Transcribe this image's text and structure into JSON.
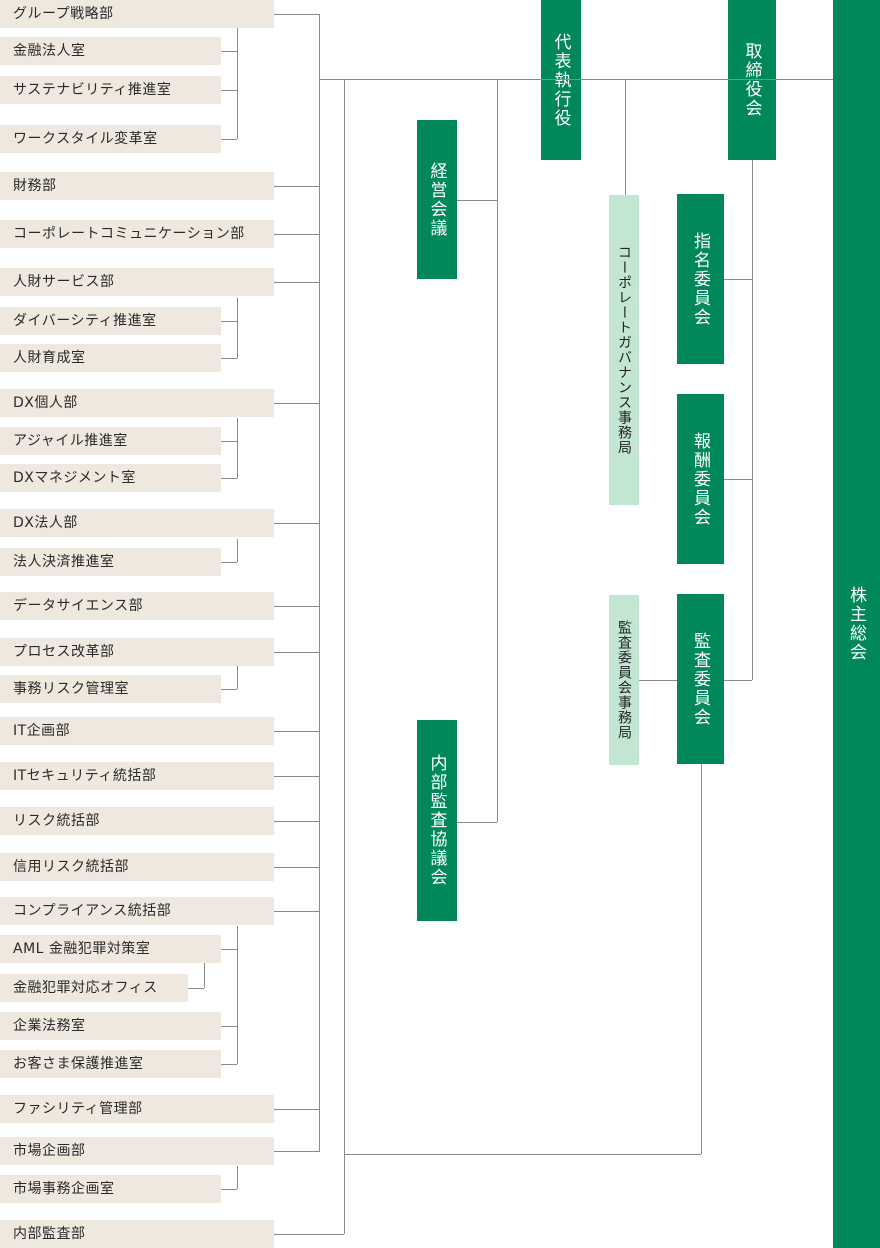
{
  "departments": [
    "グループ戦略部",
    "金融法人室",
    "サステナビリティ推進室",
    "ワークスタイル変革室",
    "財務部",
    "コーポレートコミュニケーション部",
    "人財サービス部",
    "ダイバーシティ推進室",
    "人財育成室",
    "DX個人部",
    "アジャイル推進室",
    "DXマネジメント室",
    "DX法人部",
    "法人決済推進室",
    "データサイエンス部",
    "プロセス改革部",
    "事務リスク管理室",
    "IT企画部",
    "ITセキュリティ統括部",
    "リスク統括部",
    "信用リスク統括部",
    "コンプライアンス統括部",
    "AML 金融犯罪対策室",
    "金融犯罪対応オフィス",
    "企業法務室",
    "お客さま保護推進室",
    "ファシリティ管理部",
    "市場企画部",
    "市場事務企画室",
    "内部監査部"
  ],
  "governance": {
    "ceo": "代表執行役",
    "board": "取締役会",
    "shareholders": "株主総会",
    "management_meeting": "経営会議",
    "internal_audit_council": "内部監査協議会",
    "corporate_governance_office": "コーポレートガバナンス事務局",
    "nomination_committee": "指名委員会",
    "compensation_committee": "報酬委員会",
    "audit_committee": "監査委員会",
    "audit_committee_office": "監査委員会事務局"
  },
  "colors": {
    "green": "#00875a",
    "light_green": "#c3e6d3",
    "beige": "#efe8df",
    "line": "#8a8a8a"
  }
}
